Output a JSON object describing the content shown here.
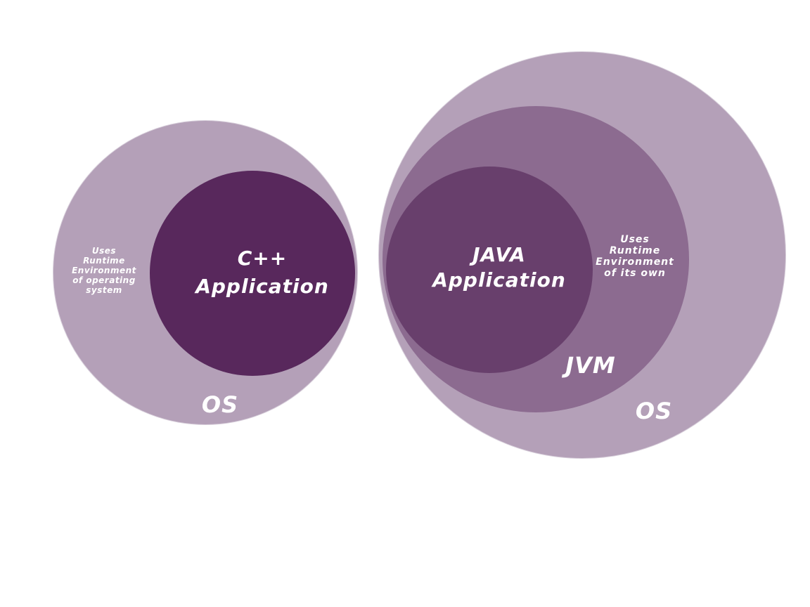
{
  "colors": {
    "os_outer": "#b4a0b8",
    "jvm_middle": "#8c6b90",
    "java_app": "#683f6c",
    "cpp_app": "#58285c",
    "text": "#ffffff"
  },
  "left": {
    "app_label": "C++\nApplication",
    "runtime_label": "Uses\nRuntime\nEnvironment\nof operating system",
    "os_label": "OS"
  },
  "right": {
    "app_label": "JAVA\nApplication",
    "runtime_label": "Uses\nRuntime\nEnvironment\nof its own",
    "jvm_label": "JVM",
    "os_label": "OS"
  }
}
